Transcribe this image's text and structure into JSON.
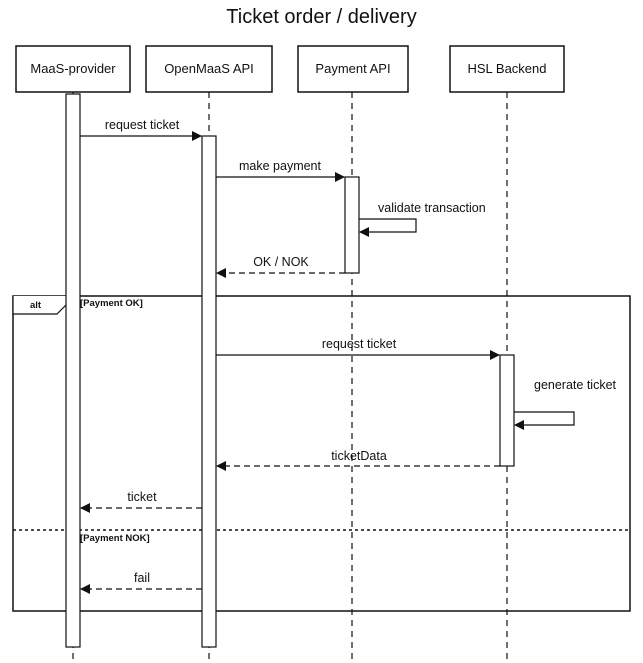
{
  "title": "Ticket order / delivery",
  "participants": [
    {
      "id": "maas",
      "label": "MaaS-provider"
    },
    {
      "id": "api",
      "label": "OpenMaaS API"
    },
    {
      "id": "pay",
      "label": "Payment API"
    },
    {
      "id": "hsl",
      "label": "HSL Backend"
    }
  ],
  "messages": {
    "request_ticket_1": "request ticket",
    "make_payment": "make payment",
    "validate_transaction": "validate transaction",
    "ok_nok": "OK / NOK",
    "request_ticket_2": "request ticket",
    "generate_ticket": "generate ticket",
    "ticket_data": "ticketData",
    "ticket": "ticket",
    "fail": "fail"
  },
  "alt_frame": {
    "operator": "alt",
    "guard_ok": "[Payment OK]",
    "guard_nok": "[Payment NOK]"
  }
}
